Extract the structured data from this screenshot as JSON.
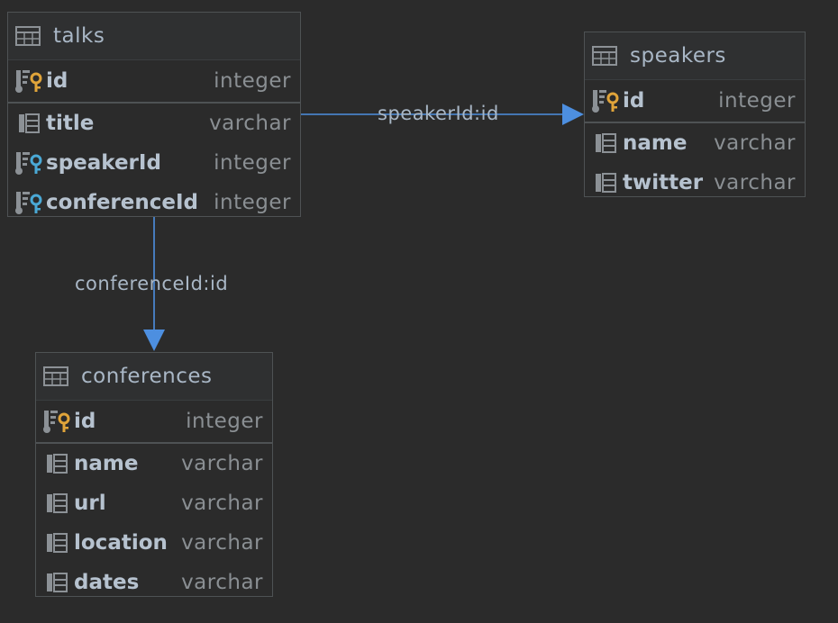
{
  "tables": {
    "talks": {
      "name": "talks",
      "pk": {
        "name": "id",
        "type": "integer"
      },
      "columns": [
        {
          "name": "title",
          "type": "varchar",
          "kind": "column"
        },
        {
          "name": "speakerId",
          "type": "integer",
          "kind": "fk"
        },
        {
          "name": "conferenceId",
          "type": "integer",
          "kind": "fk"
        }
      ]
    },
    "speakers": {
      "name": "speakers",
      "pk": {
        "name": "id",
        "type": "integer"
      },
      "columns": [
        {
          "name": "name",
          "type": "varchar",
          "kind": "column"
        },
        {
          "name": "twitter",
          "type": "varchar",
          "kind": "column"
        }
      ]
    },
    "conferences": {
      "name": "conferences",
      "pk": {
        "name": "id",
        "type": "integer"
      },
      "columns": [
        {
          "name": "name",
          "type": "varchar",
          "kind": "column"
        },
        {
          "name": "url",
          "type": "varchar",
          "kind": "column"
        },
        {
          "name": "location",
          "type": "varchar",
          "kind": "column"
        },
        {
          "name": "dates",
          "type": "varchar",
          "kind": "column"
        }
      ]
    }
  },
  "relations": {
    "speaker": {
      "label": "speakerId:id"
    },
    "conference": {
      "label": "conferenceId:id"
    }
  },
  "colors": {
    "background": "#2b2b2b",
    "edge": "#4d8fe0",
    "pk_key": "#e0a43a",
    "fk_key": "#4aa9d6",
    "icon_gray": "#8c9196"
  },
  "icons": {
    "table": "table-grid-icon",
    "primary_key": "primary-key-column-icon",
    "foreign_key": "foreign-key-column-icon",
    "column": "column-icon"
  }
}
